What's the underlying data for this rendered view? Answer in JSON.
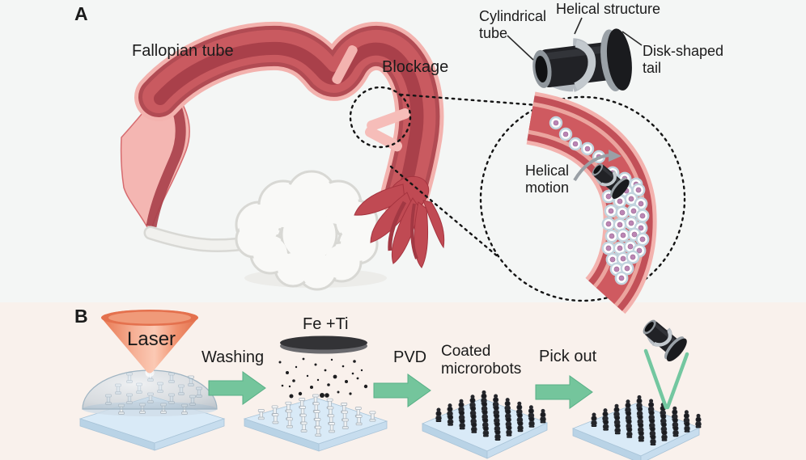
{
  "figure": {
    "panel_a": {
      "label": "A",
      "fallopian_tube": "Fallopian tube",
      "blockage": "Blockage",
      "robot_callouts": {
        "cylindrical_tube": "Cylindrical tube",
        "helical_structure": "Helical structure",
        "disk_shaped_tail": "Disk-shaped tail"
      },
      "inset": {
        "helical_motion": "Helical motion"
      }
    },
    "panel_b": {
      "label": "B",
      "steps": {
        "laser": "Laser",
        "washing": "Washing",
        "fe_ti": "Fe +Ti",
        "pvd": "PVD",
        "coated_microrobots": "Coated microrobots",
        "pick_out": "Pick out"
      }
    },
    "colors": {
      "panel_a_bg": "#f4f6f5",
      "panel_b_bg": "#f9f1ec",
      "tube_edge_pink": "#f3b2ae",
      "tube_wall_red": "#b14b53",
      "tube_inner_red": "#c95a60",
      "tube_lumen_dark": "#a33c46",
      "cell_border": "#c2d4de",
      "cell_nucleus": "#bb86b4",
      "arrow_green": "#74c59c",
      "tweezer_green": "#73c7a0",
      "laser_salmon": "#ee8365",
      "substrate_blue": "#d9eaf7",
      "robot_black": "#212226",
      "ribbon_gray": "#c3c9ce"
    }
  }
}
